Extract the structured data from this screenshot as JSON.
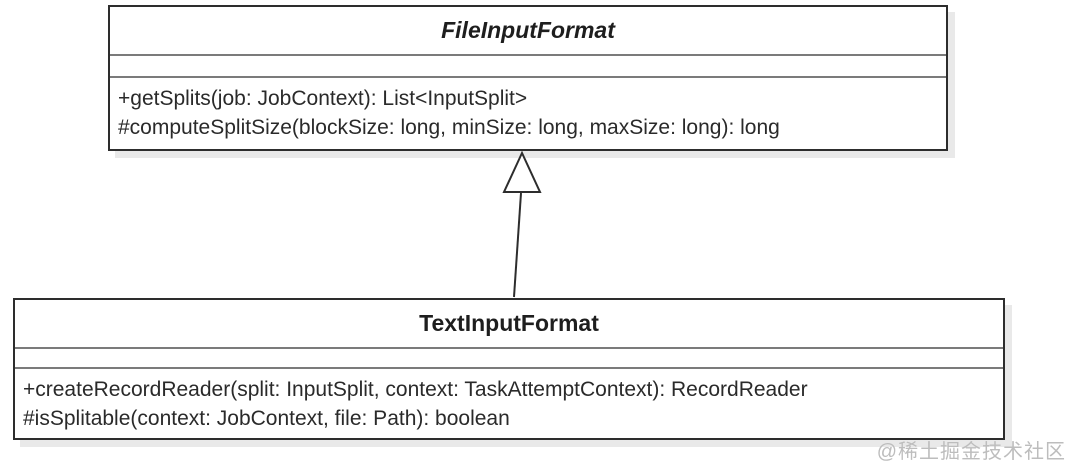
{
  "diagram": {
    "parent_class": {
      "name": "FileInputFormat",
      "is_abstract": true,
      "attributes": [],
      "methods": [
        "+getSplits(job: JobContext): List<InputSplit>",
        "#computeSplitSize(blockSize: long, minSize: long, maxSize: long): long"
      ]
    },
    "child_class": {
      "name": "TextInputFormat",
      "is_abstract": false,
      "attributes": [],
      "methods": [
        "+createRecordReader(split: InputSplit, context: TaskAttemptContext): RecordReader",
        "#isSplitable(context: JobContext, file: Path): boolean"
      ]
    },
    "relationship": "generalization-arrow"
  },
  "watermark": "@稀土掘金技术社区",
  "colors": {
    "border": "#2d2d2d",
    "divider": "#7b7b7b",
    "text": "#2a2a2a",
    "shadow": "#e9e9e9",
    "watermark": "#bdbdbd",
    "background": "#ffffff"
  }
}
